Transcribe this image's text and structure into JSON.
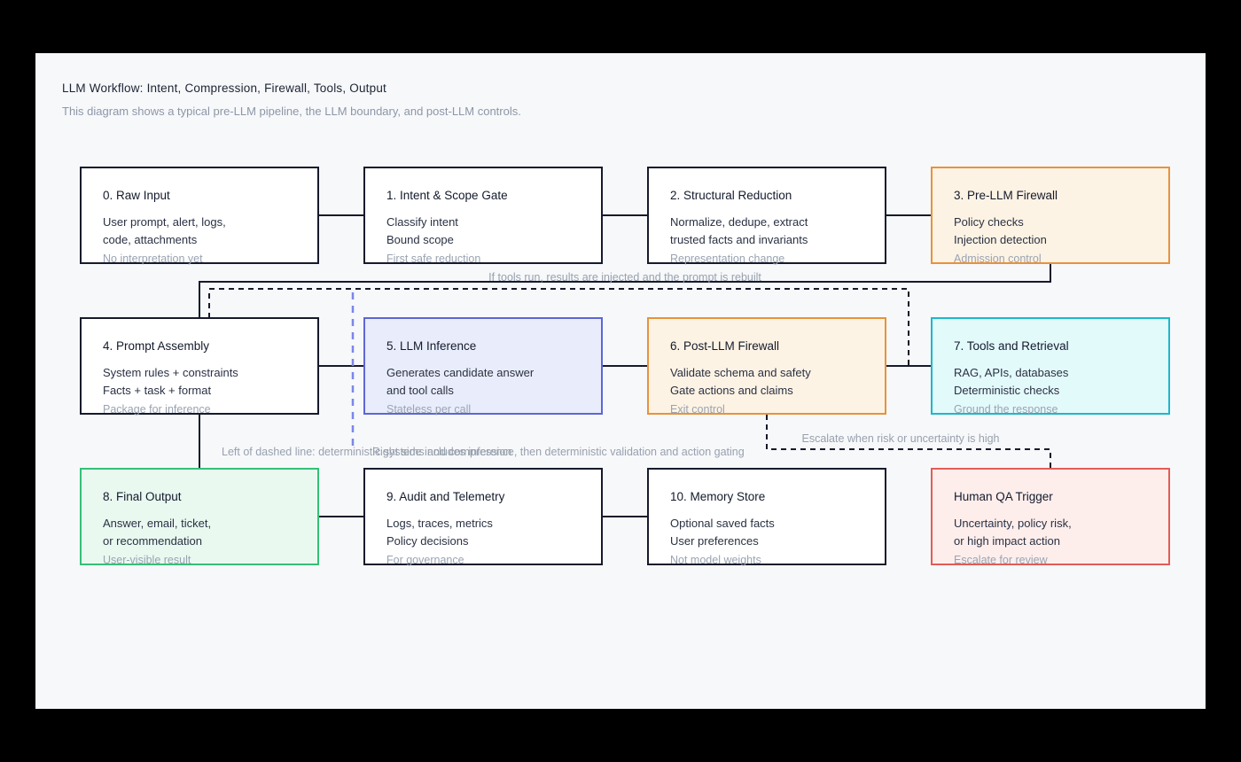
{
  "page": {
    "title": "LLM Workflow: Intent, Compression, Firewall, Tools, Output",
    "subtitle": "This diagram shows a typical pre-LLM pipeline, the LLM boundary, and post-LLM controls."
  },
  "nodes": [
    {
      "id": "raw-input",
      "variant": "default",
      "title": "0. Raw Input",
      "lines": [
        "User prompt, alert, logs,",
        "code, attachments"
      ],
      "note": "No interpretation yet"
    },
    {
      "id": "intent-scope-gate",
      "variant": "default",
      "title": "1. Intent & Scope Gate",
      "lines": [
        "Classify intent",
        "Bound scope"
      ],
      "note": "First safe reduction"
    },
    {
      "id": "structural-reduction",
      "variant": "default",
      "title": "2. Structural Reduction",
      "lines": [
        "Normalize, dedupe, extract",
        "trusted facts and invariants"
      ],
      "note": "Representation change"
    },
    {
      "id": "pre-llm-firewall",
      "variant": "orange",
      "title": "3. Pre-LLM Firewall",
      "lines": [
        "Policy checks",
        "Injection detection"
      ],
      "note": "Admission control"
    },
    {
      "id": "prompt-assembly",
      "variant": "default",
      "title": "4. Prompt Assembly",
      "lines": [
        "System rules + constraints",
        "Facts + task + format"
      ],
      "note": "Package for inference"
    },
    {
      "id": "llm-inference",
      "variant": "blue",
      "title": "5. LLM Inference",
      "lines": [
        "Generates candidate answer",
        "and tool calls"
      ],
      "note": "Stateless per call"
    },
    {
      "id": "post-llm-firewall",
      "variant": "orange",
      "title": "6. Post-LLM Firewall",
      "lines": [
        "Validate schema and safety",
        "Gate actions and claims"
      ],
      "note": "Exit control"
    },
    {
      "id": "tools-retrieval",
      "variant": "cyan",
      "title": "7. Tools and Retrieval",
      "lines": [
        "RAG, APIs, databases",
        "Deterministic checks"
      ],
      "note": "Ground the response"
    },
    {
      "id": "final-output",
      "variant": "green",
      "title": "8. Final Output",
      "lines": [
        "Answer, email, ticket,",
        "or recommendation"
      ],
      "note": "User-visible result"
    },
    {
      "id": "audit-telemetry",
      "variant": "default",
      "title": "9. Audit and Telemetry",
      "lines": [
        "Logs, traces, metrics",
        "Policy decisions"
      ],
      "note": "For governance"
    },
    {
      "id": "memory-store",
      "variant": "default",
      "title": "10. Memory Store",
      "lines": [
        "Optional saved facts",
        "User preferences"
      ],
      "note": "Not model weights"
    },
    {
      "id": "human-qa-trigger",
      "variant": "red",
      "title": "Human QA Trigger",
      "lines": [
        "Uncertainty, policy risk,",
        "or high impact action"
      ],
      "note": "Escalate for review"
    }
  ],
  "edge_labels": {
    "tools_feedback": "If tools run, results are injected and the prompt is rebuilt",
    "escalate": "Escalate when risk or uncertainty is high",
    "left_of_line": "Left of dashed line: deterministic systems and compression",
    "right_of_line": "Right side includes inference, then deterministic validation and action gating"
  },
  "colors": {
    "canvas": "#000000",
    "panel": "#f7f8fa",
    "node_border": "#161a2b",
    "connector": "#161a2b",
    "firewall_fill": "#fdf3e4",
    "firewall_border": "#e8923b",
    "llm_fill": "#e9edfb",
    "llm_border": "#5c66d6",
    "tools_fill": "#e3fafb",
    "tools_border": "#1cb8c9",
    "output_fill": "#e9f9f0",
    "output_border": "#34c077",
    "qa_fill": "#fdeeec",
    "qa_border": "#e35c55",
    "llm_boundary_line": "#7b86ea",
    "muted_text": "#98a1ae"
  }
}
